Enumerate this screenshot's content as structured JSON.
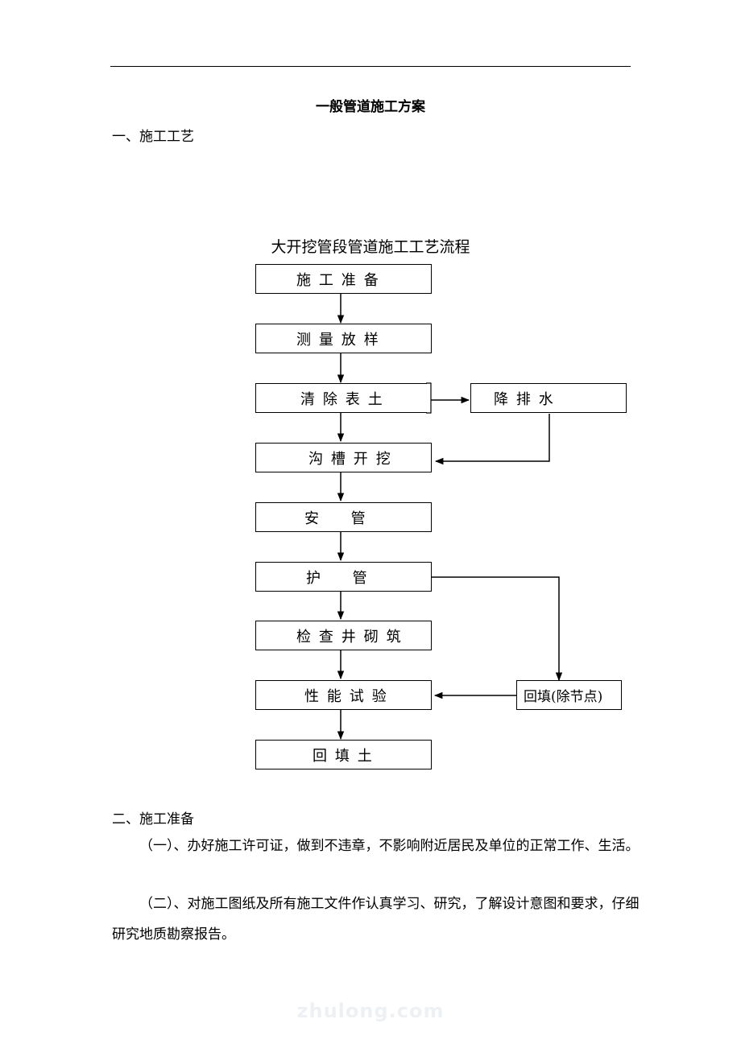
{
  "document": {
    "title": "一般管道施工方案",
    "section1_heading": "一、施工工艺",
    "section2_heading": "二、施工准备",
    "paragraphs": [
      "（一）、办好施工许可证，做到不违章，不影响附近居民及单位的正常工作、生活。",
      "（二）、对施工图纸及所有施工文件作认真学习、研究，了解设计意图和要求，仔细研究地质勘察报告。"
    ]
  },
  "flowchart": {
    "title": "大开挖管段管道施工工艺流程",
    "steps": [
      "施工准备",
      "测量放样",
      "清除表土",
      "沟槽开挖",
      "安管",
      "护管",
      "检查井砌筑",
      "性能试验",
      "回填土"
    ],
    "side_steps": [
      "降排水",
      "回填(除节点)"
    ]
  },
  "watermark": "zhulong.com"
}
